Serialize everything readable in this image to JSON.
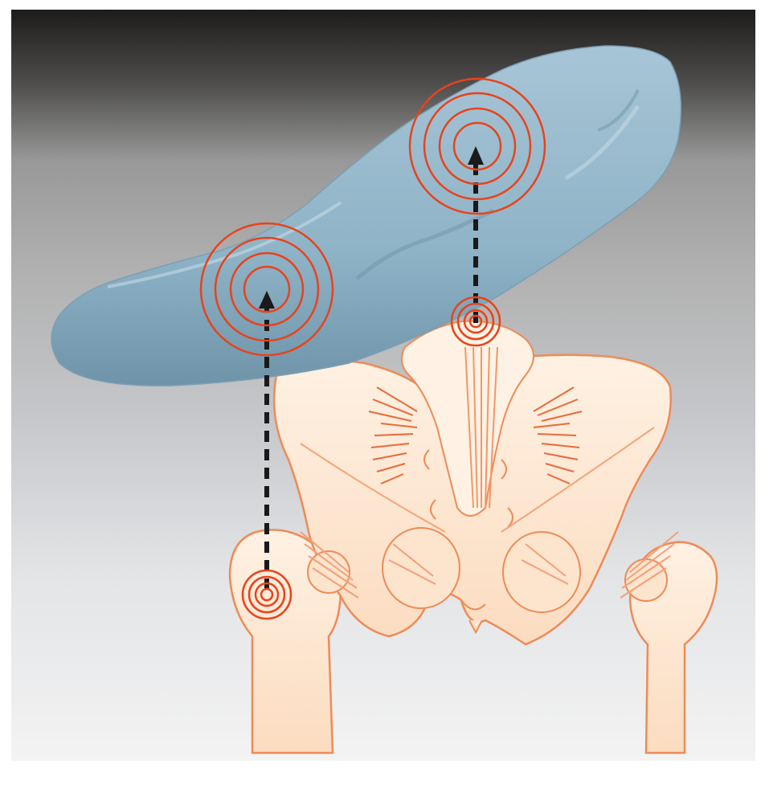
{
  "image": {
    "scene": "illustration",
    "subjects": [
      "insole",
      "pelvis",
      "femur",
      "hip-muscles"
    ],
    "colors": {
      "background_top": "#1d1c1a",
      "background_bottom": "#f3f3f3",
      "insole": "#8fb3c7",
      "bone_fill": "#fde7d2",
      "bone_stroke": "#ee8b57",
      "muscle": "#e96a3a",
      "target_rings": "#e8431a",
      "arrow": "#1a1a1a"
    }
  }
}
